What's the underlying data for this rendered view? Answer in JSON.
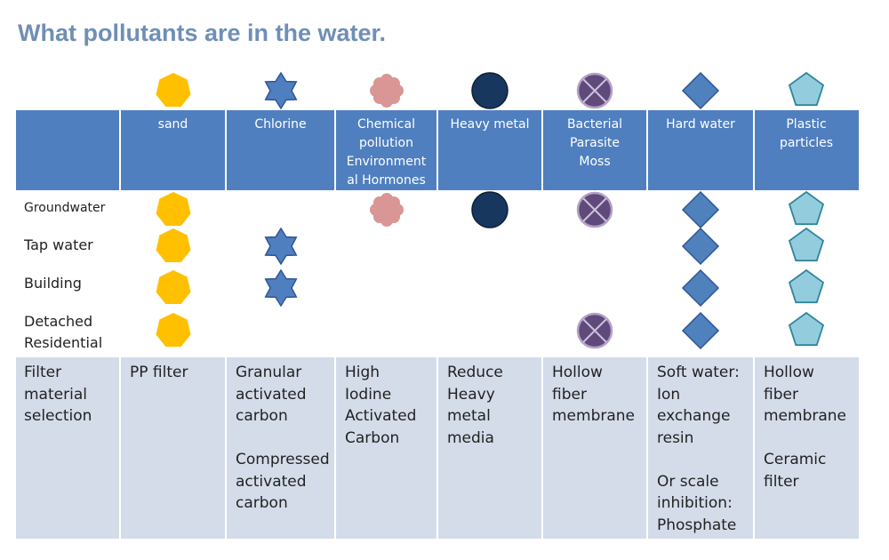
{
  "title": "What pollutants are in the water.",
  "columns": [
    {
      "key": "sand",
      "label": "sand",
      "icon": "heptagon-icon",
      "color": "#ffc000"
    },
    {
      "key": "chlorine",
      "label": "Chlorine",
      "icon": "star-icon",
      "color": "#4f7fbf"
    },
    {
      "key": "chemical",
      "label": "Chemical\npollution\nEnvironment\nal Hormones",
      "icon": "blob-icon",
      "color": "#d99694"
    },
    {
      "key": "heavy",
      "label": "Heavy metal",
      "icon": "circle-icon",
      "color": "#17375e"
    },
    {
      "key": "bacterial",
      "label": "Bacterial\nParasite\nMoss",
      "icon": "x-circle-icon",
      "color": "#604a7b"
    },
    {
      "key": "hard",
      "label": "Hard water",
      "icon": "diamond-icon",
      "color": "#4f81bd"
    },
    {
      "key": "plastic",
      "label": "Plastic\nparticles",
      "icon": "pentagon-icon",
      "color": "#93cddd"
    }
  ],
  "rows": [
    {
      "label": "Groundwater",
      "marks": [
        true,
        false,
        true,
        true,
        true,
        true,
        true
      ]
    },
    {
      "label": "Tap water",
      "marks": [
        true,
        true,
        false,
        false,
        false,
        true,
        true
      ]
    },
    {
      "label": "Building",
      "marks": [
        true,
        true,
        false,
        false,
        false,
        true,
        true
      ]
    },
    {
      "label": "Detached\nResidential",
      "marks": [
        true,
        false,
        false,
        false,
        true,
        true,
        true
      ]
    }
  ],
  "filter": {
    "label": "Filter\nmaterial\nselection",
    "values": [
      "PP filter",
      "Granular\nactivated\ncarbon\n\nCompressed\nactivated\ncarbon",
      "High\nIodine\nActivated\nCarbon",
      "Reduce\nHeavy\nmetal\nmedia",
      "Hollow\nfiber\nmembrane",
      "Soft water:\nIon\nexchange\nresin\n\nOr scale\ninhibition:\nPhosphate",
      "Hollow\nfiber\nmembrane\n\nCeramic\nfilter"
    ]
  }
}
